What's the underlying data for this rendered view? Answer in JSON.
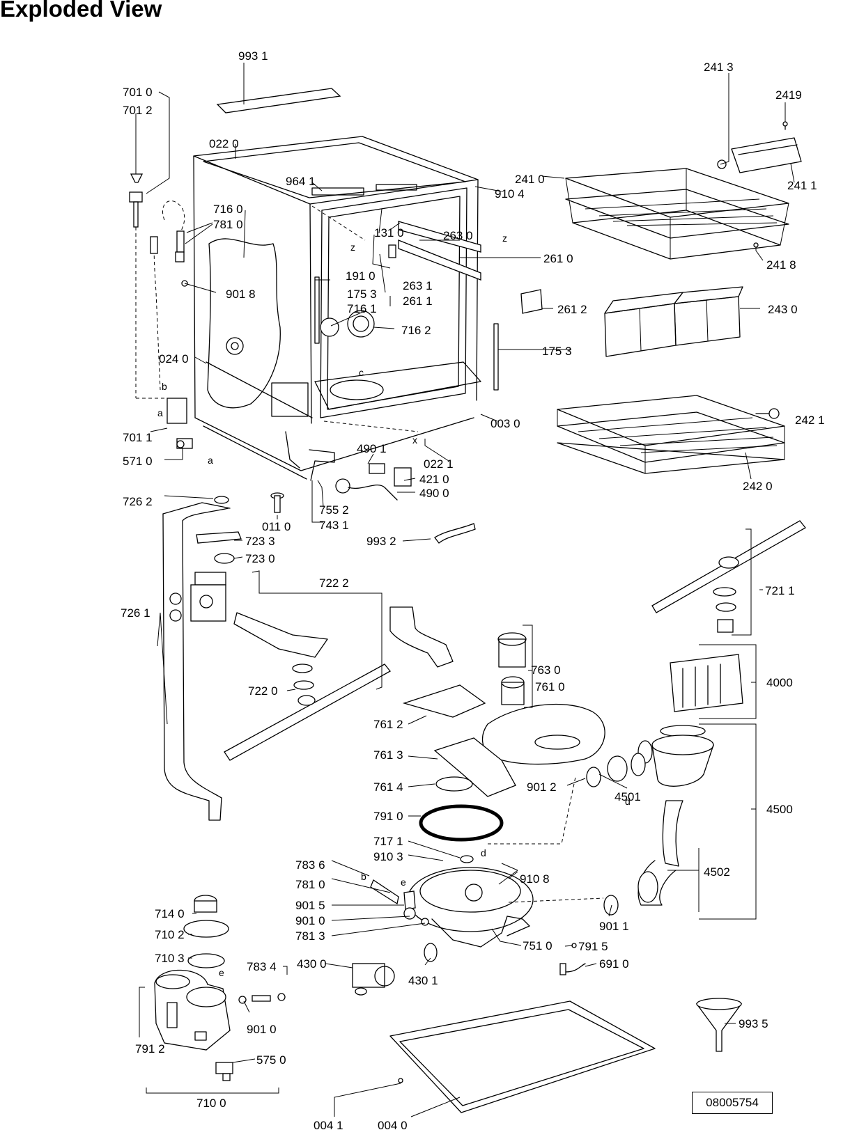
{
  "title": "Exploded View",
  "reference": "08005754",
  "letters": [
    "z",
    "z",
    "c",
    "x",
    "b",
    "a",
    "a",
    "b",
    "e",
    "d",
    "d",
    "e"
  ],
  "labels": [
    "993 1",
    "701 0",
    "701 2",
    "022 0",
    "964 1",
    "910 4",
    "241 0",
    "241 3",
    "2419",
    "241 1",
    "716 0",
    "781 0",
    "131 0",
    "263 0",
    "261 0",
    "241 8",
    "191 0",
    "263 1",
    "901 8",
    "175 3",
    "261 1",
    "716 1",
    "261 2",
    "243 0",
    "716 2",
    "175 3",
    "024 0",
    "003 0",
    "242 1",
    "701 1",
    "490 1",
    "022 1",
    "571 0",
    "421 0",
    "490 0",
    "242 0",
    "726 2",
    "011 0",
    "755 2",
    "743 1",
    "723 3",
    "993 2",
    "723 0",
    "722 2",
    "721 1",
    "726 1",
    "763 0",
    "761 0",
    "722 0",
    "4000",
    "761 2",
    "761 3",
    "761 4",
    "901 2",
    "4501",
    "4500",
    "791 0",
    "717 1",
    "910 3",
    "783 6",
    "910 8",
    "781 0",
    "4502",
    "901 5",
    "901 0",
    "714 0",
    "710 2",
    "781 3",
    "901 1",
    "751 0",
    "791 5",
    "710 3",
    "783 4",
    "430 0",
    "430 1",
    "691 0",
    "993 5",
    "901 0",
    "791 2",
    "575 0",
    "710 0",
    "004 1",
    "004 0"
  ]
}
